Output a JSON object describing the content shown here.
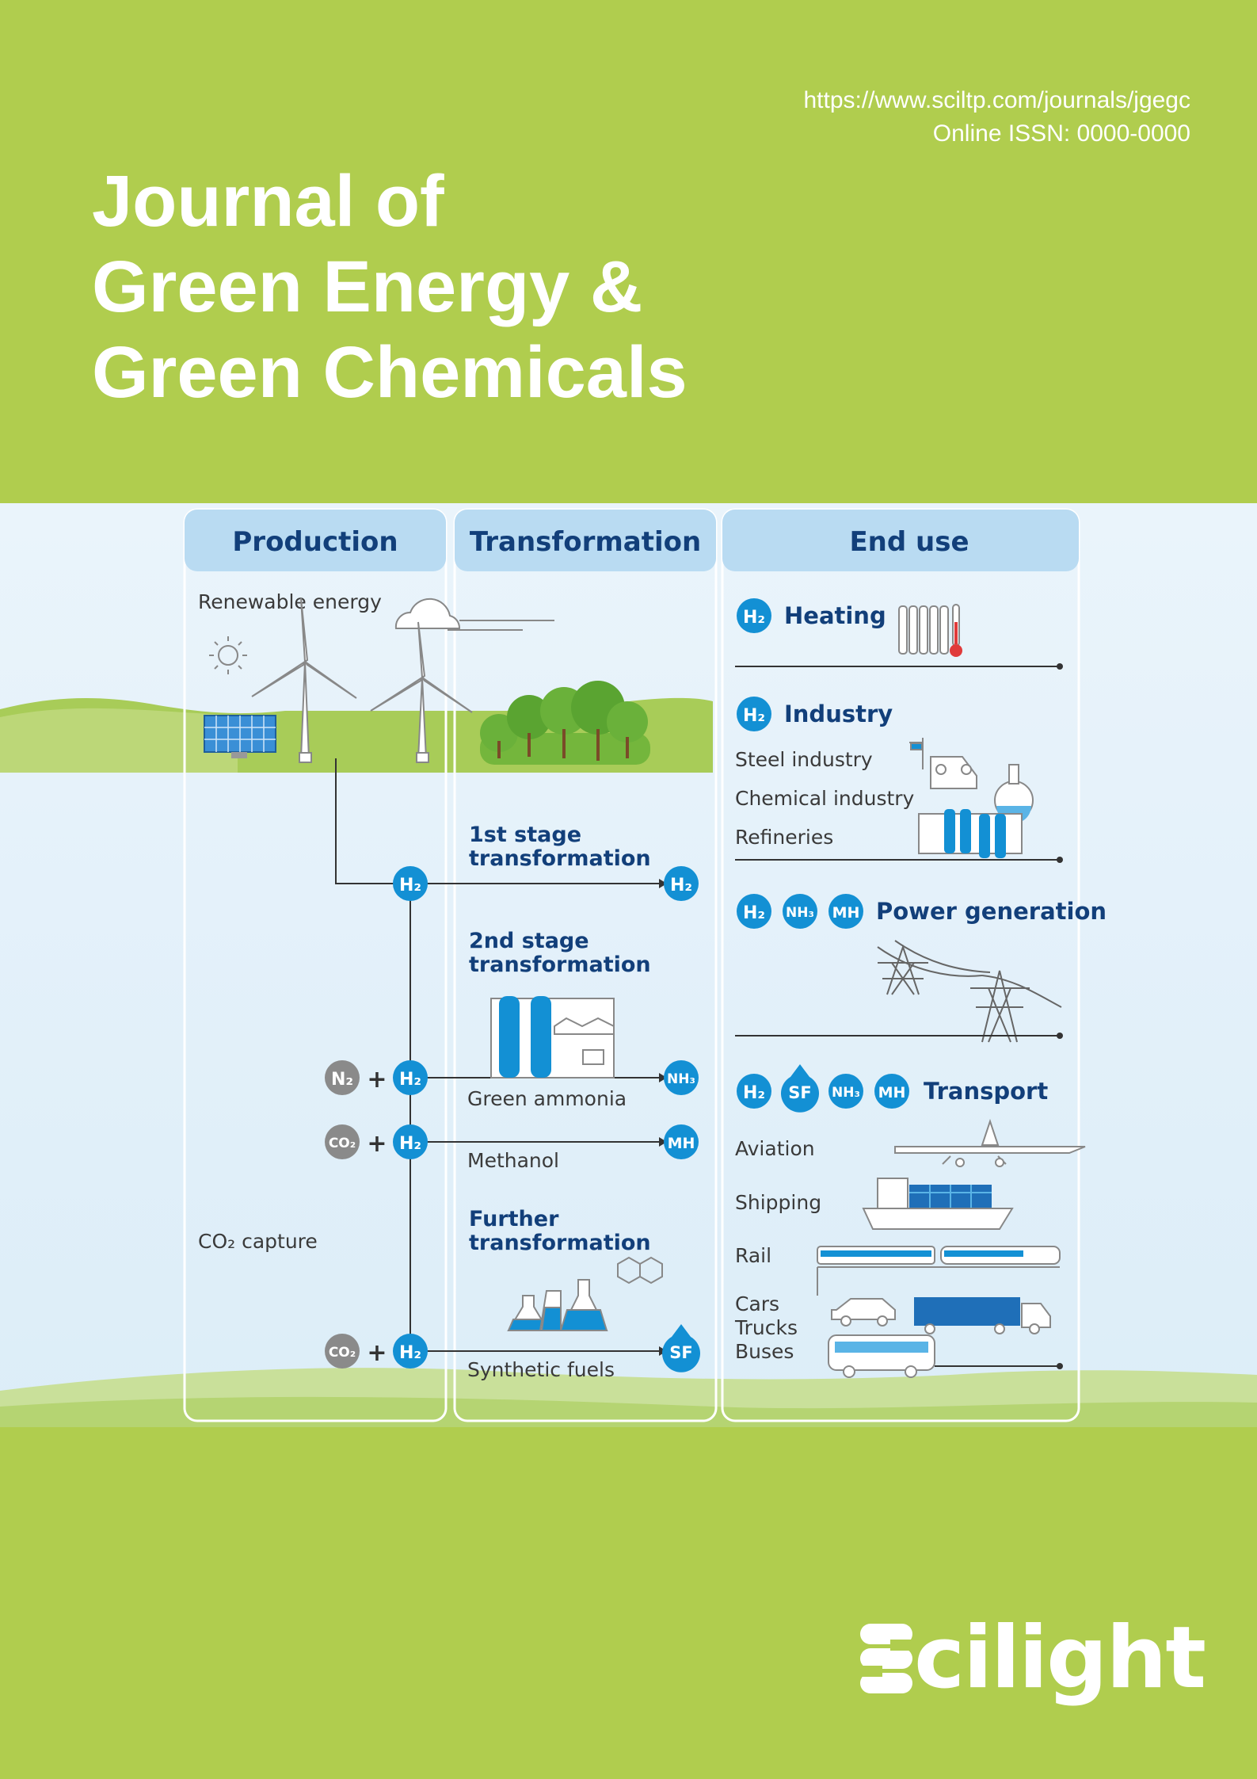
{
  "journal": {
    "url": "https://www.sciltp.com/journals/jgegc",
    "issn": "Online ISSN: 0000-0000",
    "title_lines": [
      "Journal of",
      "Green Energy &",
      "Green Chemicals"
    ]
  },
  "figure": {
    "columns": [
      "Production",
      "Transformation",
      "End use"
    ],
    "production": {
      "renewable": "Renewable energy",
      "co2_capture": "CO₂ capture"
    },
    "transformation": {
      "stage1": [
        "1st  stage",
        "transformation"
      ],
      "stage2": [
        "2nd stage",
        "transformation"
      ],
      "further": [
        "Further",
        "transformation"
      ],
      "green_ammonia": "Green ammonia",
      "methanol": "Methanol",
      "synthetic_fuels": "Synthetic fuels"
    },
    "badges": {
      "h2": "H₂",
      "n2": "N₂",
      "co2": "CO₂",
      "nh3": "NH₃",
      "mh": "MH",
      "sf": "SF",
      "plus": "+"
    },
    "end_use": {
      "heating": "Heating",
      "industry": "Industry",
      "industry_items": [
        "Steel industry",
        "Chemical industry",
        "Refineries"
      ],
      "power": "Power generation",
      "transport": "Transport",
      "aviation": "Aviation",
      "shipping": "Shipping",
      "rail": "Rail",
      "road": [
        "Cars",
        "Trucks",
        "Buses"
      ]
    }
  },
  "logo": {
    "text": "cilight"
  },
  "colors": {
    "background": "#b0cd4e",
    "header_tab": "#b9dbf2",
    "heading_text": "#123f7a",
    "hydrogen_blue": "#1390d4",
    "gray_badge": "#8a8a8a",
    "grass": "#a8cc58"
  }
}
